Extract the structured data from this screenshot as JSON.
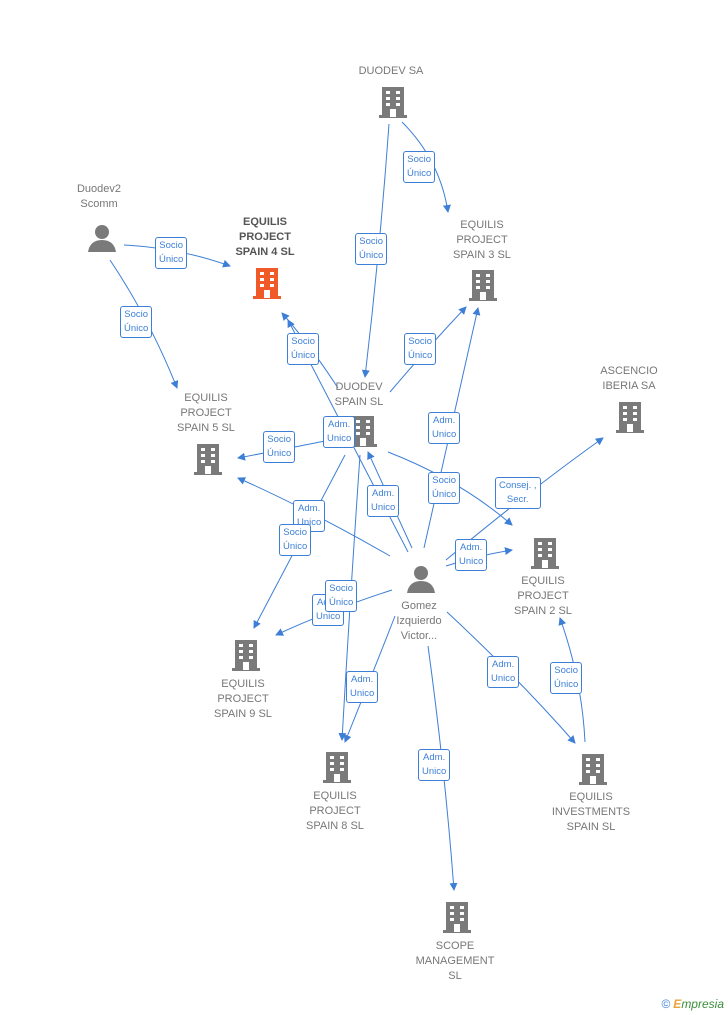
{
  "colors": {
    "edge": "#3d7fd6",
    "building": "#7a7a7a",
    "focus": "#f05a28",
    "person": "#7a7a7a"
  },
  "nodes": {
    "duodev_sa": {
      "label": "DUODEV SA",
      "icon": "building-icon"
    },
    "duodev2": {
      "label": "Duodev2\nScomm",
      "icon": "person-icon"
    },
    "equilis4": {
      "label": "EQUILIS\nPROJECT\nSPAIN 4  SL",
      "icon": "building-icon-highlighted"
    },
    "equilis3": {
      "label": "EQUILIS\nPROJECT\nSPAIN 3  SL",
      "icon": "building-icon"
    },
    "ascencio": {
      "label": "ASCENCIO\nIBERIA SA",
      "icon": "building-icon"
    },
    "duodev_spain": {
      "label": "DUODEV\nSPAIN  SL",
      "icon": "building-icon"
    },
    "equilis5": {
      "label": "EQUILIS\nPROJECT\nSPAIN 5  SL",
      "icon": "building-icon"
    },
    "equilis2": {
      "label": "EQUILIS\nPROJECT\nSPAIN 2  SL",
      "icon": "building-icon"
    },
    "gomez": {
      "label": "Gomez\nIzquierdo\nVictor...",
      "icon": "person-icon"
    },
    "equilis9": {
      "label": "EQUILIS\nPROJECT\nSPAIN 9  SL",
      "icon": "building-icon"
    },
    "equilis8": {
      "label": "EQUILIS\nPROJECT\nSPAIN 8  SL",
      "icon": "building-icon"
    },
    "investments": {
      "label": "EQUILIS\nINVESTMENTS\nSPAIN  SL",
      "icon": "building-icon"
    },
    "scope": {
      "label": "SCOPE\nMANAGEMENT\nSL",
      "icon": "building-icon"
    }
  },
  "edge_labels": {
    "l1": "Socio\nÚnico",
    "l2": "Socio\nÚnico",
    "l3": "Socio\nÚnico",
    "l4": "Socio\nÚnico",
    "l5": "Socio\nÚnico",
    "l6": "Socio\nÚnico",
    "l7": "Adm.\nUnico",
    "l8": "Socio\nÚnico",
    "l9": "Adm.\nUnico",
    "l10": "Adm.\nUnico",
    "l11": "Socio\nÚnico",
    "l12": "Consej. ,\nSecr.",
    "l13": "Adm.\nUnico",
    "l14": "Adm.\nUnico",
    "l15": "Socio\nÚnico",
    "l16": "Adm.\nUnico",
    "l17": "Socio\nÚnico",
    "l18": "Adm.\nUnico",
    "l19": "Adm.\nUnico",
    "l20": "Socio\nÚnico",
    "l21": "Adm.\nUnico"
  },
  "brand": {
    "copyright": "©",
    "name_first": "E",
    "name_rest": "mpresia"
  }
}
